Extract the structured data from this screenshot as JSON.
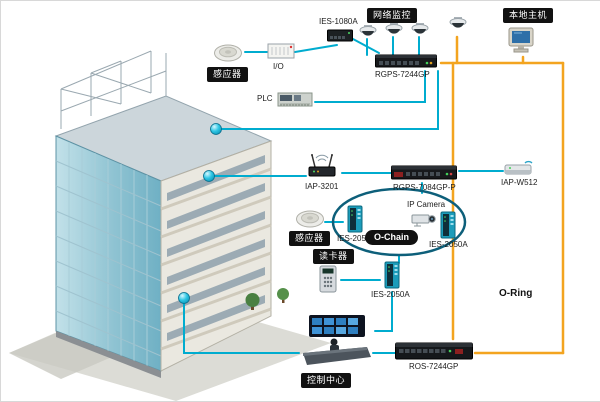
{
  "labels": {
    "network_monitoring": "网络监控",
    "local_host": "本地主机",
    "sensor_top": "感应器",
    "io": "I/O",
    "plc": "PLC",
    "sensor_mid": "感应器",
    "card_reader": "读卡器",
    "control_center": "控制中心",
    "o_chain": "O-Chain",
    "o_ring": "O-Ring",
    "ip_camera": "IP Camera"
  },
  "devices": {
    "ies_1080a": "IES-1080A",
    "rgps_7244gp": "RGPS-7244GP",
    "iap_3201": "IAP-3201",
    "rgps_7084gp_p": "RGPS-7084GP-P",
    "iap_w512": "IAP-W512",
    "ies_2050a_1": "IES-2050A",
    "ies_2050a_2": "IES-2050A",
    "ies_2050a_3": "IES-2050A",
    "ros_7244gp": "ROS-7244GP"
  },
  "colors": {
    "cyan_line": "#00accf",
    "orange_line": "#f3a41f",
    "label_bg": "#111111",
    "ochain_ring": "#0d5f7a",
    "node": "#19bede"
  }
}
